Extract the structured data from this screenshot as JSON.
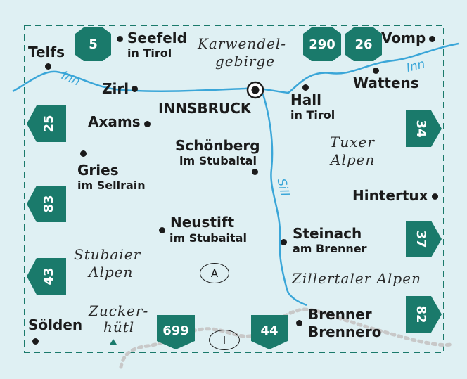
{
  "colors": {
    "background": "#dff0f3",
    "tile": "#1a7a6b",
    "river": "#3aa6d8",
    "border": "#1a7a6b",
    "road_dots": "#c8c8c8"
  },
  "places": {
    "telfs": "Telfs",
    "seefeld": "Seefeld",
    "seefeld_sub": "in Tirol",
    "zirl": "Zirl",
    "innsbruck": "INNSBRUCK",
    "axams": "Axams",
    "hall": "Hall",
    "hall_sub": "in Tirol",
    "wattens": "Wattens",
    "vomp": "Vomp",
    "schonberg": "Schönberg",
    "schonberg_sub": "im Stubaital",
    "gries": "Gries",
    "gries_sub": "im Sellrain",
    "hintertux": "Hintertux",
    "neustift": "Neustift",
    "neustift_sub": "im Stubaital",
    "steinach": "Steinach",
    "steinach_sub": "am Brenner",
    "brenner": "Brenner",
    "brennero": "Brennero",
    "solden": "Sölden"
  },
  "regions": {
    "karwendel_1": "Karwendel-",
    "karwendel_2": "gebirge",
    "tuxer_1": "Tuxer",
    "tuxer_2": "Alpen",
    "stubaier_1": "Stubaier",
    "stubaier_2": "Alpen",
    "zillertaler": "Zillertaler Alpen",
    "zucker_1": "Zucker-",
    "zucker_2": "hütl"
  },
  "rivers": {
    "inn_west": "Inn",
    "inn_east": "Inn",
    "sill": "Sill"
  },
  "countries": {
    "austria": "A",
    "italy": "I"
  },
  "tiles": {
    "t5": "5",
    "t290": "290",
    "t26": "26",
    "t25": "25",
    "t83": "83",
    "t43": "43",
    "t34": "34",
    "t37": "37",
    "t82": "82",
    "t699": "699",
    "t44": "44"
  }
}
